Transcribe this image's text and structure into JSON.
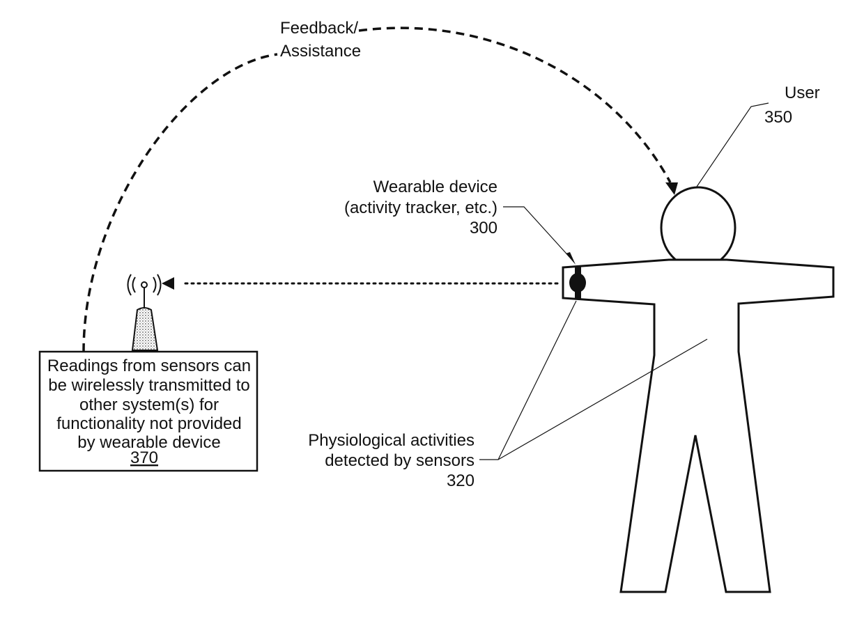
{
  "labels": {
    "feedback_line1": "Feedback/",
    "feedback_line2": "Assistance",
    "user_line1": "User",
    "user_line2": "350",
    "wearable_line1": "Wearable device",
    "wearable_line2": "(activity tracker, etc.)",
    "wearable_line3": "300",
    "physio_line1": "Physiological activities",
    "physio_line2": "detected by sensors",
    "physio_line3": "320",
    "box_line1": "Readings from sensors can",
    "box_line2": "be wirelessly transmitted to",
    "box_line3": "other system(s) for",
    "box_line4": "functionality not provided",
    "box_line5": "by wearable device",
    "box_line6": "370"
  }
}
